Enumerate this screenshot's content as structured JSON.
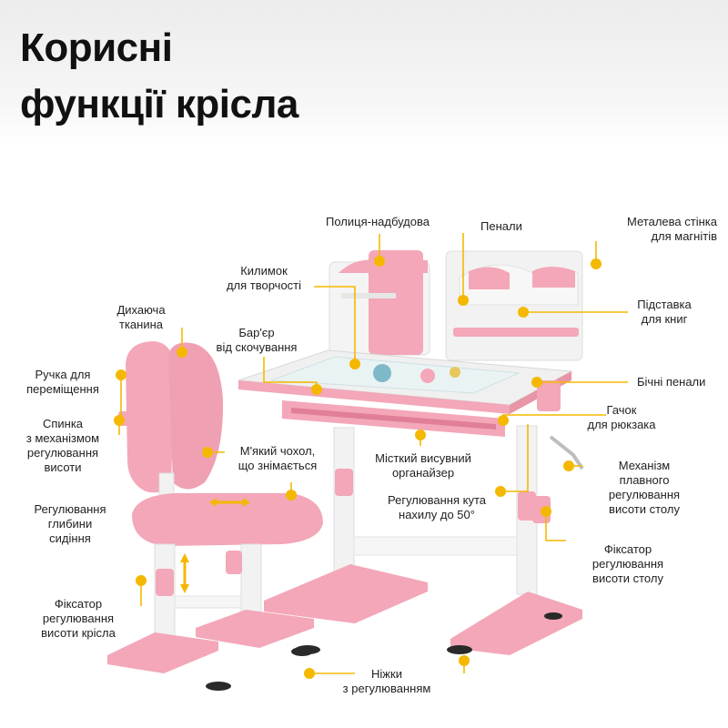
{
  "title": {
    "line1": "Корисні",
    "line2": "функції крісла"
  },
  "accent_color": "#f5b800",
  "product_color": "#f3a7b8",
  "labels": {
    "shelf_superstructure": "Полиця-надбудова",
    "pencil_cases": "Пенали",
    "metal_wall_l1": "Металева стінка",
    "metal_wall_l2": "для магнітів",
    "creativity_mat_l1": "Килимок",
    "creativity_mat_l2": "для творчості",
    "book_stand_l1": "Підставка",
    "book_stand_l2": "для книг",
    "breathable_fabric_l1": "Дихаюча",
    "breathable_fabric_l2": "тканина",
    "anti_roll_barrier_l1": "Бар'єр",
    "anti_roll_barrier_l2": "від скочування",
    "side_pencil_cases": "Бічні пенали",
    "carry_handle_l1": "Ручка для",
    "carry_handle_l2": "переміщення",
    "backpack_hook_l1": "Гачок",
    "backpack_hook_l2": "для рюкзака",
    "backrest_l1": "Спинка",
    "backrest_l2": "з механізмом",
    "backrest_l3": "регулювання",
    "backrest_l4": "висоти",
    "removable_cover_l1": "М'який чохол,",
    "removable_cover_l2": "що знімається",
    "organizer_l1": "Місткий висувний",
    "organizer_l2": "органайзер",
    "desk_mechanism_l1": "Механізм",
    "desk_mechanism_l2": "плавного",
    "desk_mechanism_l3": "регулювання",
    "desk_mechanism_l4": "висоти столу",
    "seat_depth_l1": "Регулювання",
    "seat_depth_l2": "глибини",
    "seat_depth_l3": "сидіння",
    "tilt_l1": "Регулювання кута",
    "tilt_l2": "нахилу до 50°",
    "desk_lock_l1": "Фіксатор",
    "desk_lock_l2": "регулювання",
    "desk_lock_l3": "висоти столу",
    "chair_lock_l1": "Фіксатор",
    "chair_lock_l2": "регулювання",
    "chair_lock_l3": "висоти крісла",
    "feet_l1": "Ніжки",
    "feet_l2": "з регулюванням"
  }
}
